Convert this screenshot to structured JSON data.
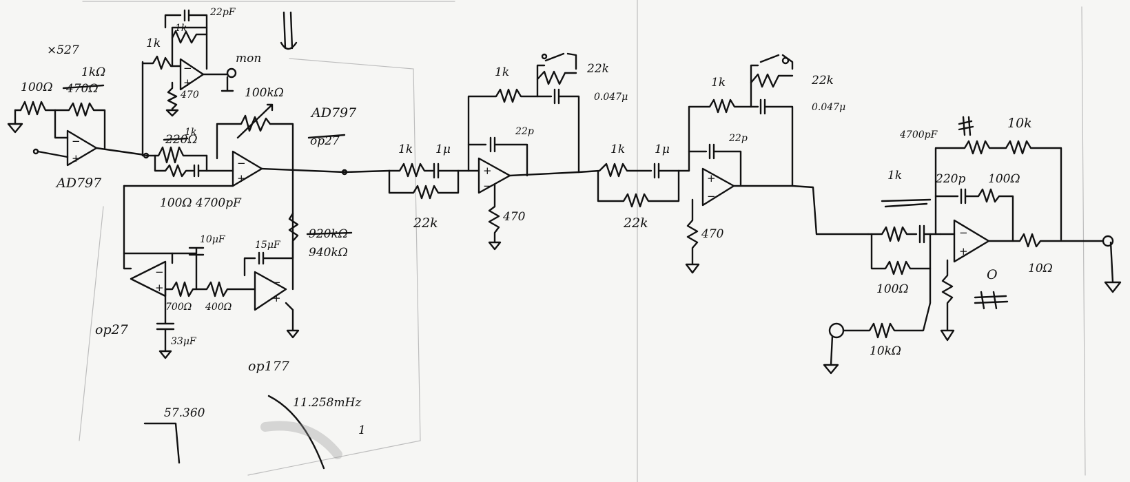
{
  "labels": {
    "r_in_100": "100Ω",
    "r_in_1k": "1kΩ",
    "r_in_1k_struck": "470Ω",
    "op_first_note": "×527",
    "op_first_name": "AD797",
    "mon_r1k": "1k",
    "mon_r1k_b": "1k",
    "mon_c22p": "22pF",
    "mon_r470": "470",
    "mon_out": "mon",
    "fb_r": "100kΩ",
    "op2_name": "AD797",
    "op2_name_struck": "op27",
    "op2_r_struck": "220Ω",
    "op2_r": "1k",
    "op2_rc": "100Ω 4700pF",
    "servo_c10": "10μF",
    "servo_c15": "15μF",
    "servo_r_struck": "920kΩ",
    "servo_r": "940kΩ",
    "servo_r700": "700Ω",
    "servo_r400": "400Ω",
    "servo_c33": "33μF",
    "servo_op1": "op27",
    "servo_op2": "op177",
    "st1_r1k": "1k",
    "st1_c1u": "1μ",
    "st1_r22k": "22k",
    "st1_fb1k": "1k",
    "st1_fb22k": "22k",
    "st1_fbc": "0.047μ",
    "st1_c22p": "22p",
    "st1_r470": "470",
    "st2_r1k": "1k",
    "st2_c1u": "1μ",
    "st2_r22k": "22k",
    "st2_fb1k": "1k",
    "st2_fb22k": "22k",
    "st2_fbc": "0.047μ",
    "st2_c22p": "22p",
    "st2_r470": "470",
    "out_c4700": "4700pF",
    "out_r10k": "10k",
    "out_r1k": "1k",
    "out_c220": "220p",
    "out_r100": "100Ω",
    "out_r100b": "100Ω",
    "out_r10": "10Ω",
    "out_o": "O",
    "out_r10k_in": "10kΩ",
    "sketch1": "57.360",
    "sketch2": "11.258mHz",
    "sketch2b": "1"
  }
}
